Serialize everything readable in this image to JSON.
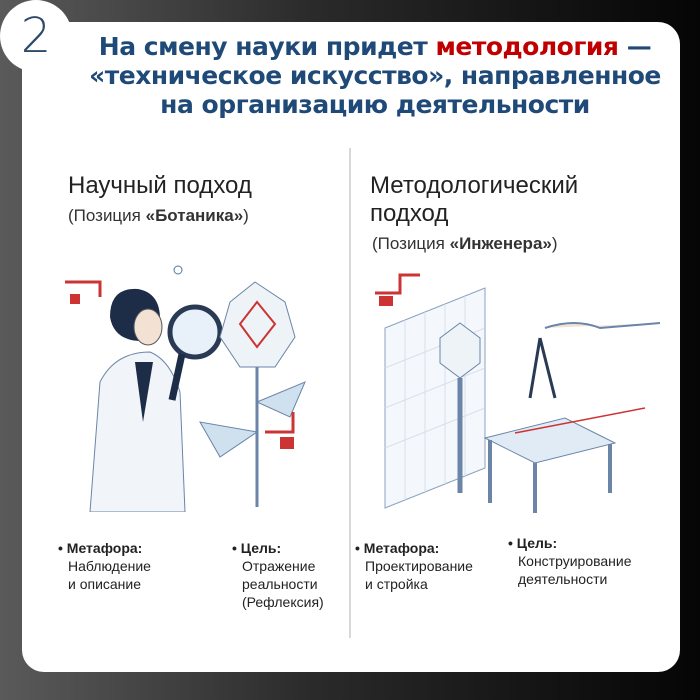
{
  "badge_number": "2",
  "title": {
    "part1": "На смену науки придет ",
    "highlight": "методология",
    "part2": " — «техническое искусство», направленное на организацию деятельности"
  },
  "left": {
    "heading": "Научный подход",
    "sub_prefix": "(Позиция ",
    "sub_bold": "«Ботаника»",
    "sub_suffix": ")",
    "metaphor_label": "• Метафора:",
    "metaphor_l1": "Наблюдение",
    "metaphor_l2": "и описание",
    "goal_label": "• Цель:",
    "goal_l1": "Отражение",
    "goal_l2": "реальности",
    "goal_l3": "(Рефлексия)"
  },
  "right": {
    "heading_l1": "Методологический",
    "heading_l2": "подход",
    "sub_prefix": "(Позиция ",
    "sub_bold": "«Инженера»",
    "sub_suffix": ")",
    "metaphor_label": "• Метафора:",
    "metaphor_l1": "Проектирование",
    "metaphor_l2": "и стройка",
    "goal_label": "• Цель:",
    "goal_l1": "Конструирование",
    "goal_l2": "деятельности"
  },
  "colors": {
    "title": "#1f4a78",
    "accent": "#c00000"
  }
}
